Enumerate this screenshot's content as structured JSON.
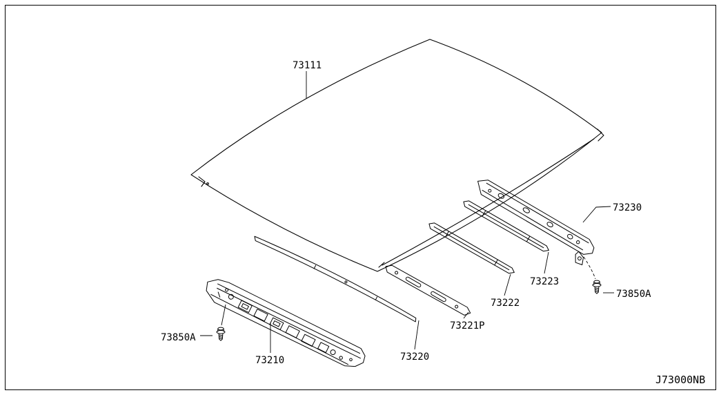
{
  "diagram": {
    "code": "J73000NB",
    "background": "#ffffff",
    "line_color": "#000000"
  },
  "parts": {
    "roof_panel": "73111",
    "rear_rail": "73230",
    "bolt_right": "73850A",
    "bolt_left": "73850A",
    "front_rail": "73210",
    "bow_front": "73220",
    "bow_1": "73221P",
    "bow_2": "73222",
    "bow_3": "73223"
  }
}
